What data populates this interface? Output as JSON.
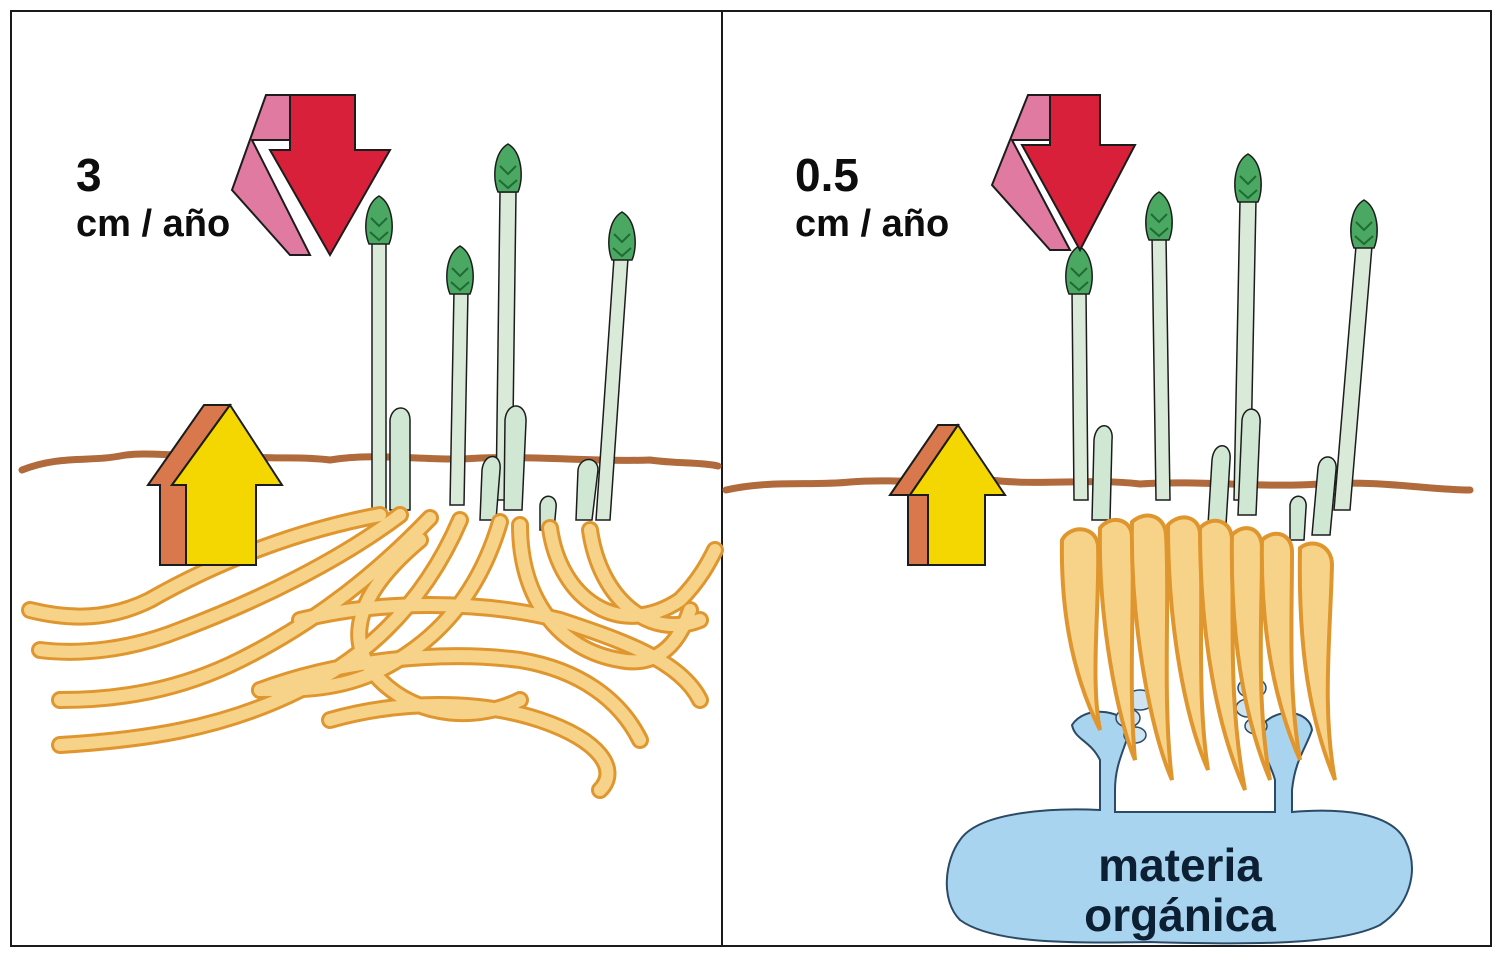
{
  "left_panel": {
    "rate_value": "3",
    "rate_unit": "cm / año"
  },
  "right_panel": {
    "rate_value": "0.5",
    "rate_unit": "cm / año",
    "organic_matter_label": "materia\norgánica"
  },
  "colors": {
    "soil_line": "#b06a3c",
    "root_fill": "#f7d38a",
    "root_stroke": "#e0962e",
    "spear_fill": "#d9ead8",
    "spear_tip": "#2f8a4a",
    "down_arrow": "#d8203a",
    "down_arrow_side": "#e07aa0",
    "up_arrow": "#f4d600",
    "up_arrow_side": "#d9784c",
    "organic_matter": "#a9d4ef"
  }
}
